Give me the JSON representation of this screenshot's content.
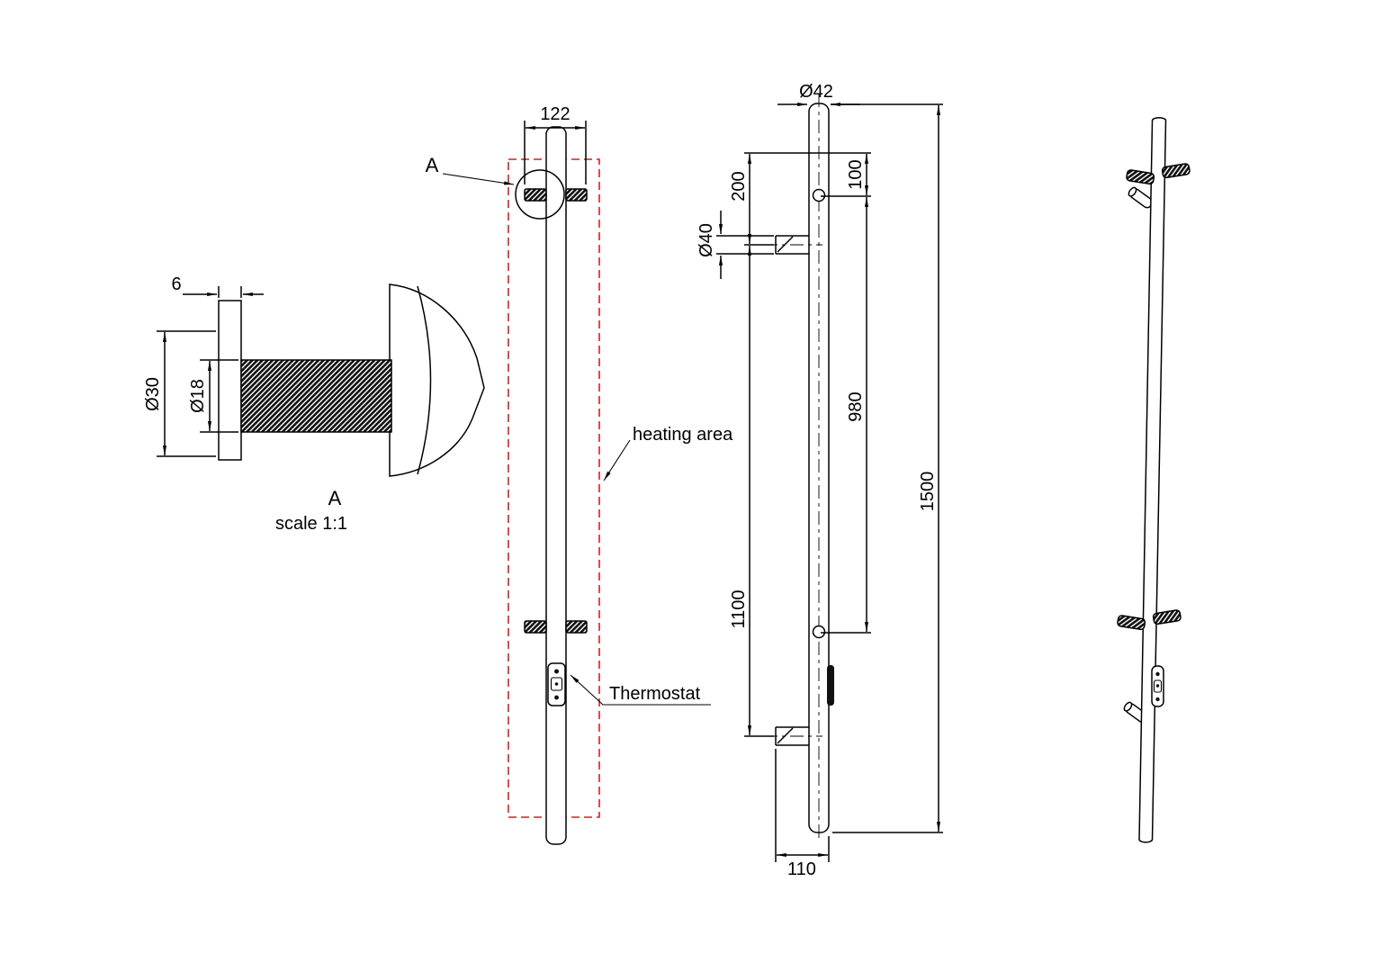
{
  "drawing": {
    "detail_view": {
      "title_label": "A",
      "scale_label": "scale 1:1",
      "dim_plate_thickness": "6",
      "dim_head_diameter": "Ø30",
      "dim_thread_diameter": "Ø18"
    },
    "front_view": {
      "callout_label": "A",
      "dim_width": "122",
      "heating_area_label": "heating area",
      "thermostat_label": "Thermostat"
    },
    "side_view": {
      "dim_tube_diameter": "Ø42",
      "dim_bracket_diameter": "Ø40",
      "dim_top_to_bracket": "200",
      "dim_top_to_hook": "100",
      "dim_hook_spacing": "980",
      "dim_bracket_spacing": "1100",
      "dim_total_length": "1500",
      "dim_bracket_depth": "110"
    },
    "colors": {
      "outline": "#000000",
      "heating_area": "#cc2222"
    }
  }
}
